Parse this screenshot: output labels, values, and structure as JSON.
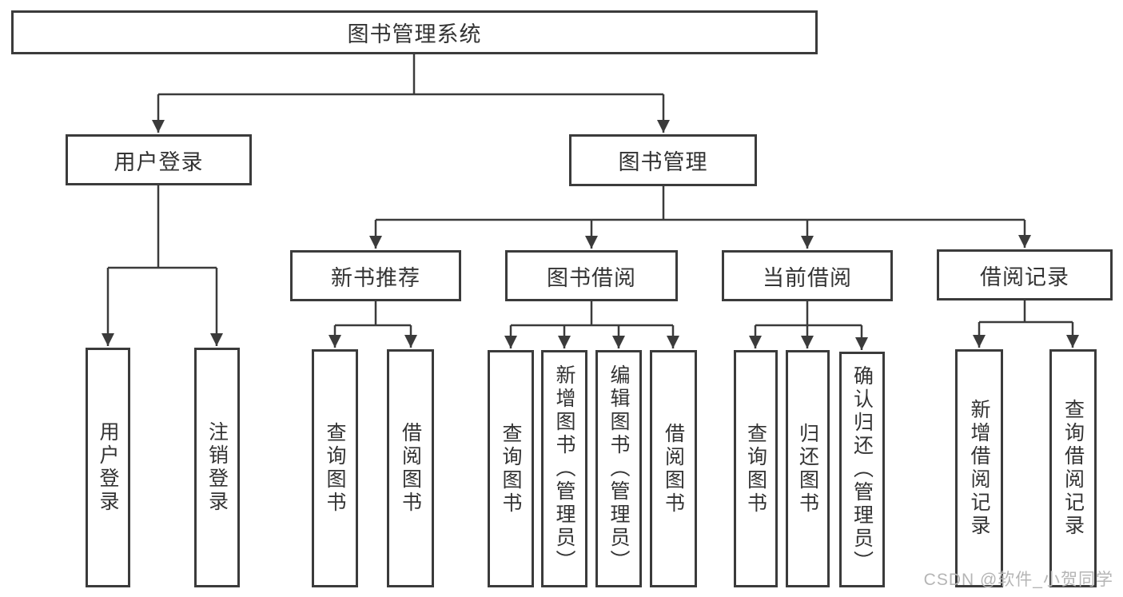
{
  "tree": {
    "label": "图书管理系统",
    "children": [
      {
        "label": "用户登录",
        "children": [
          {
            "label": "用户登录"
          },
          {
            "label": "注销登录"
          }
        ]
      },
      {
        "label": "图书管理",
        "children": [
          {
            "label": "新书推荐",
            "children": [
              {
                "label": "查询图书"
              },
              {
                "label": "借阅图书"
              }
            ]
          },
          {
            "label": "图书借阅",
            "children": [
              {
                "label": "查询图书"
              },
              {
                "label": "新增图书（管理员）"
              },
              {
                "label": "编辑图书（管理员）"
              },
              {
                "label": "借阅图书"
              }
            ]
          },
          {
            "label": "当前借阅",
            "children": [
              {
                "label": "查询图书"
              },
              {
                "label": "归还图书"
              },
              {
                "label": "确认归还（管理员）"
              }
            ]
          },
          {
            "label": "借阅记录",
            "children": [
              {
                "label": "新增借阅记录"
              },
              {
                "label": "查询借阅记录"
              }
            ]
          }
        ]
      }
    ]
  },
  "watermark": "CSDN @软件_小贺同学",
  "colors": {
    "line": "#3b3b3b",
    "box_border": "#3b3b3b",
    "box_fill": "#ffffff",
    "text": "#333333",
    "watermark": "#b5b5b5",
    "background": "#ffffff"
  }
}
